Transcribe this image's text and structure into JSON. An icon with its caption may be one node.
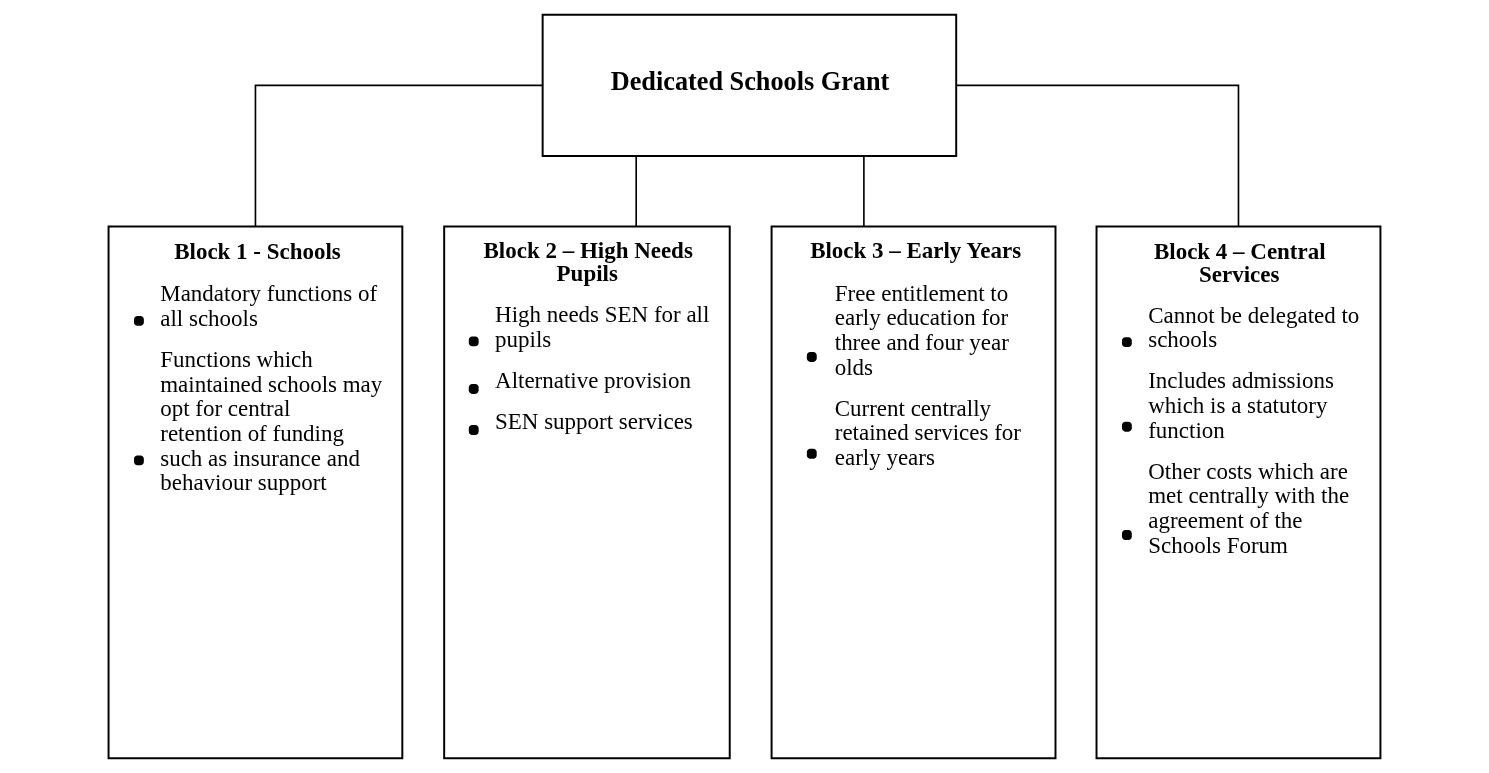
{
  "diagram": {
    "nodes": [
      {
        "text": [
          "Dedicated Schools Grant"
        ]
      },
      {
        "text": [
          "Block 1 - Schools",
          "Mandatory functions of all schools",
          "Functions which maintained schools may opt for central retention of funding such as insurance and behaviour support"
        ]
      },
      {
        "text": [
          "Block 2 – High Needs Pupils",
          "High needs SEN for all pupils",
          "Alternative provision",
          "SEN support services"
        ]
      },
      {
        "text": [
          "Block 3 – Early Years",
          "Free entitlement to early education for three and four year olds",
          "Current centrally retained services for early years"
        ]
      },
      {
        "text": [
          "Block 4 – Central Services",
          "Cannot be delegated to schools",
          "Includes admissions which is a statutory function",
          "Other costs which are met centrally with the agreement of the Schools Forum"
        ]
      }
    ],
    "edges": [
      {
        "from": 0,
        "to": 1,
        "arrow": "none"
      },
      {
        "from": 0,
        "to": 2,
        "arrow": "none"
      },
      {
        "from": 0,
        "to": 3,
        "arrow": "none"
      },
      {
        "from": 0,
        "to": 4,
        "arrow": "none"
      }
    ]
  }
}
